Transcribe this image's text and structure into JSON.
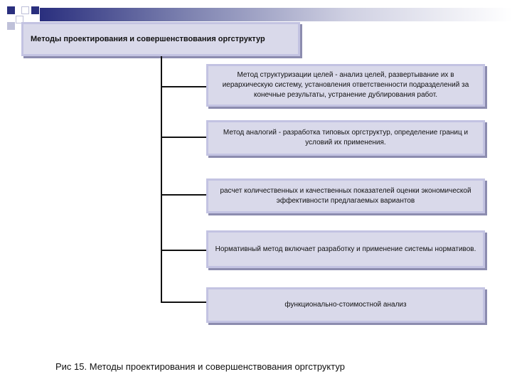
{
  "diagram": {
    "root": {
      "label": "Методы проектирования и совершенствования оргструктур"
    },
    "nodes": [
      {
        "label": "Метод структуризации целей - анализ целей, развертывание их в иерархическую систему, установления ответственности подразделений за конечные результаты, устранение дублирования работ."
      },
      {
        "label": "Метод аналогий - разработка типовых оргструктур, определение границ и условий их применения."
      },
      {
        "label": "расчет количественных и качественных показателей оценки экономической эффективности предлагаемых вариантов"
      },
      {
        "label": "Нормативный метод включает разработку и применение системы нормативов."
      },
      {
        "label": "функционально-стоимостной анализ"
      }
    ]
  },
  "caption": "Рис 15. Методы проектирования и совершенствования оргструктур",
  "colors": {
    "box_fill": "#d9d9ea",
    "box_border": "#c3c3e2",
    "box_shadow": "#8c8caf",
    "accent_dark": "#2a2f7e"
  }
}
